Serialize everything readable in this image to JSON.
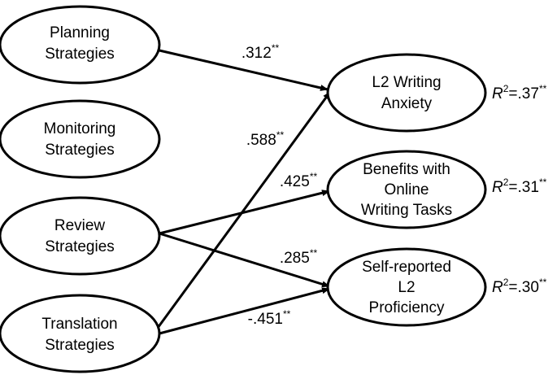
{
  "predictors": [
    {
      "id": "planning",
      "lines": [
        "Planning",
        "Strategies"
      ]
    },
    {
      "id": "monitoring",
      "lines": [
        "Monitoring",
        "Strategies"
      ]
    },
    {
      "id": "review",
      "lines": [
        "Review",
        "Strategies"
      ]
    },
    {
      "id": "translation",
      "lines": [
        "Translation",
        "Strategies"
      ]
    }
  ],
  "outcomes": [
    {
      "id": "anxiety",
      "lines": [
        "L2 Writing",
        "Anxiety"
      ],
      "r2_label": "R",
      "r2_sup": "2",
      "r2_value": "=.37",
      "r2_sig": "**"
    },
    {
      "id": "benefits",
      "lines": [
        "Benefits with",
        "Online",
        "Writing Tasks"
      ],
      "r2_label": "R",
      "r2_sup": "2",
      "r2_value": "=.31",
      "r2_sig": "**"
    },
    {
      "id": "proficiency",
      "lines": [
        "Self-reported",
        "L2",
        "Proficiency"
      ],
      "r2_label": "R",
      "r2_sup": "2",
      "r2_value": "=.30",
      "r2_sig": "**"
    }
  ],
  "paths": [
    {
      "from": "planning",
      "to": "anxiety",
      "coefficient": ".312",
      "sig": "**"
    },
    {
      "from": "translation",
      "to": "anxiety",
      "coefficient": ".588",
      "sig": "**"
    },
    {
      "from": "review",
      "to": "benefits",
      "coefficient": ".425",
      "sig": "**"
    },
    {
      "from": "review",
      "to": "proficiency",
      "coefficient": ".285",
      "sig": "**"
    },
    {
      "from": "translation",
      "to": "proficiency",
      "coefficient": "-.451",
      "sig": "**"
    }
  ]
}
